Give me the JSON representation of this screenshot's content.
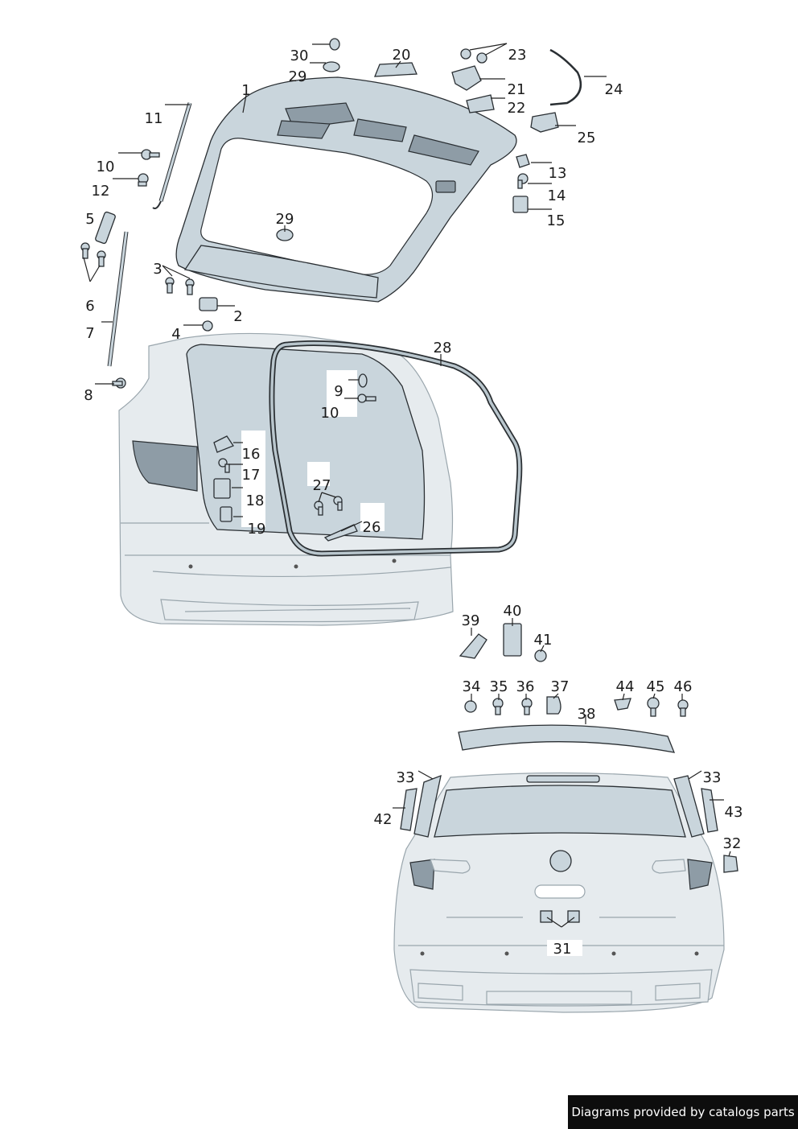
{
  "callouts": {
    "c1": "1",
    "c2": "2",
    "c3": "3",
    "c4": "4",
    "c5": "5",
    "c6": "6",
    "c7": "7",
    "c8": "8",
    "c9": "9",
    "c10a": "10",
    "c10b": "10",
    "c11": "11",
    "c12": "12",
    "c13": "13",
    "c14": "14",
    "c15": "15",
    "c16": "16",
    "c17": "17",
    "c18": "18",
    "c19": "19",
    "c20": "20",
    "c21": "21",
    "c22": "22",
    "c23": "23",
    "c24": "24",
    "c25": "25",
    "c26": "26",
    "c27": "27",
    "c28": "28",
    "c29a": "29",
    "c29b": "29",
    "c30": "30",
    "c31": "31",
    "c32": "32",
    "c33a": "33",
    "c33b": "33",
    "c34": "34",
    "c35": "35",
    "c36": "36",
    "c37": "37",
    "c38": "38",
    "c39": "39",
    "c40": "40",
    "c41": "41",
    "c42": "42",
    "c43": "43",
    "c44": "44",
    "c45": "45",
    "c46": "46"
  },
  "footer": {
    "text": "Diagrams provided by catalogs parts"
  },
  "colors": {
    "part": "#c9d5dc",
    "outline": "#2a2f33",
    "body": "#e6ebee",
    "footer_bg": "#0d0d0d"
  }
}
